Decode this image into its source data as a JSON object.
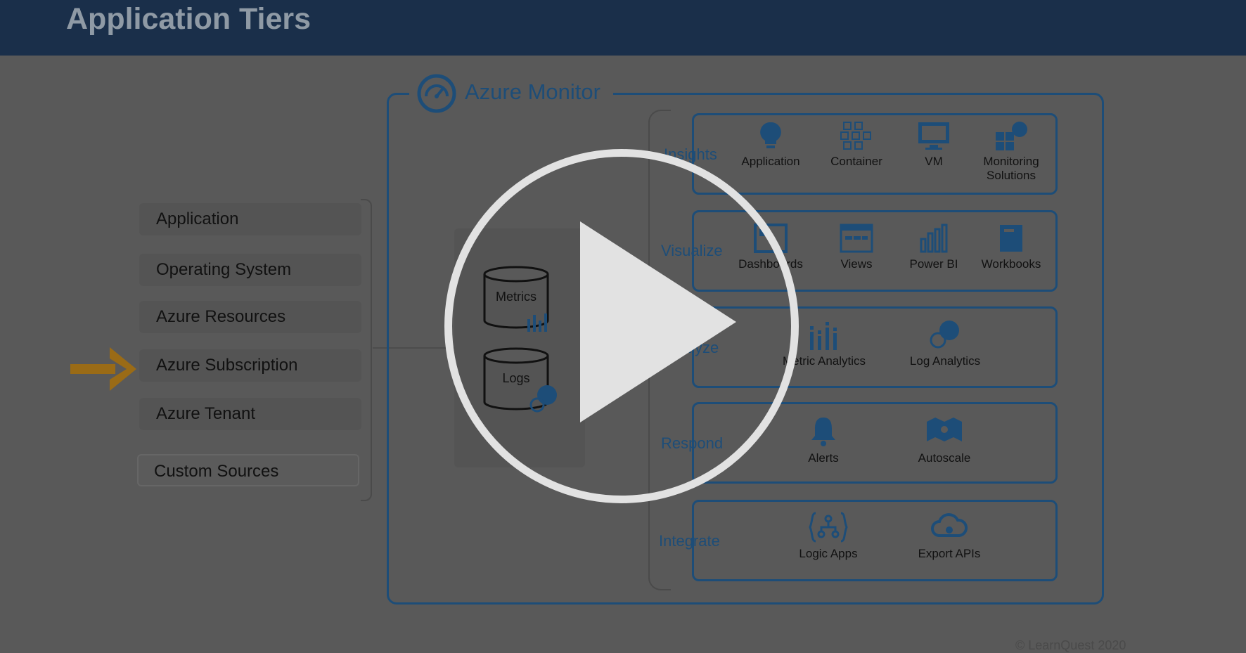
{
  "slide": {
    "title": "Application Tiers",
    "copyright": "© LearnQuest 2020"
  },
  "tiers": [
    {
      "label": "Application"
    },
    {
      "label": "Operating System"
    },
    {
      "label": "Azure Resources"
    },
    {
      "label": "Azure Subscription"
    },
    {
      "label": "Azure Tenant"
    },
    {
      "label": "Custom Sources"
    }
  ],
  "monitor": {
    "label": "Azure Monitor",
    "stores": [
      {
        "label": "Metrics"
      },
      {
        "label": "Logs"
      }
    ]
  },
  "sections": [
    {
      "label": "Insights",
      "items": [
        {
          "label": "Application",
          "icon": "bulb-icon"
        },
        {
          "label": "Container",
          "icon": "container-icon"
        },
        {
          "label": "VM",
          "icon": "vm-icon"
        },
        {
          "label": "Monitoring Solutions",
          "icon": "solutions-icon"
        }
      ]
    },
    {
      "label": "Visualize",
      "items": [
        {
          "label": "Dashboards",
          "icon": "dashboard-icon"
        },
        {
          "label": "Views",
          "icon": "views-icon"
        },
        {
          "label": "Power BI",
          "icon": "powerbi-icon"
        },
        {
          "label": "Workbooks",
          "icon": "workbook-icon"
        }
      ]
    },
    {
      "label": "Analyze",
      "items": [
        {
          "label": "Metric Analytics",
          "icon": "metric-analytics-icon"
        },
        {
          "label": "Log Analytics",
          "icon": "log-analytics-icon"
        }
      ]
    },
    {
      "label": "Respond",
      "items": [
        {
          "label": "Alerts",
          "icon": "bell-icon"
        },
        {
          "label": "Autoscale",
          "icon": "autoscale-icon"
        }
      ]
    },
    {
      "label": "Integrate",
      "items": [
        {
          "label": "Logic Apps",
          "icon": "logic-apps-icon"
        },
        {
          "label": "Export APIs",
          "icon": "cloud-api-icon"
        }
      ]
    }
  ],
  "colors": {
    "accent": "#1d4d78",
    "arrow": "#9a6b16",
    "overlay": "#595959",
    "play": "#e2e2e2"
  },
  "player": {
    "icon": "play-icon"
  }
}
